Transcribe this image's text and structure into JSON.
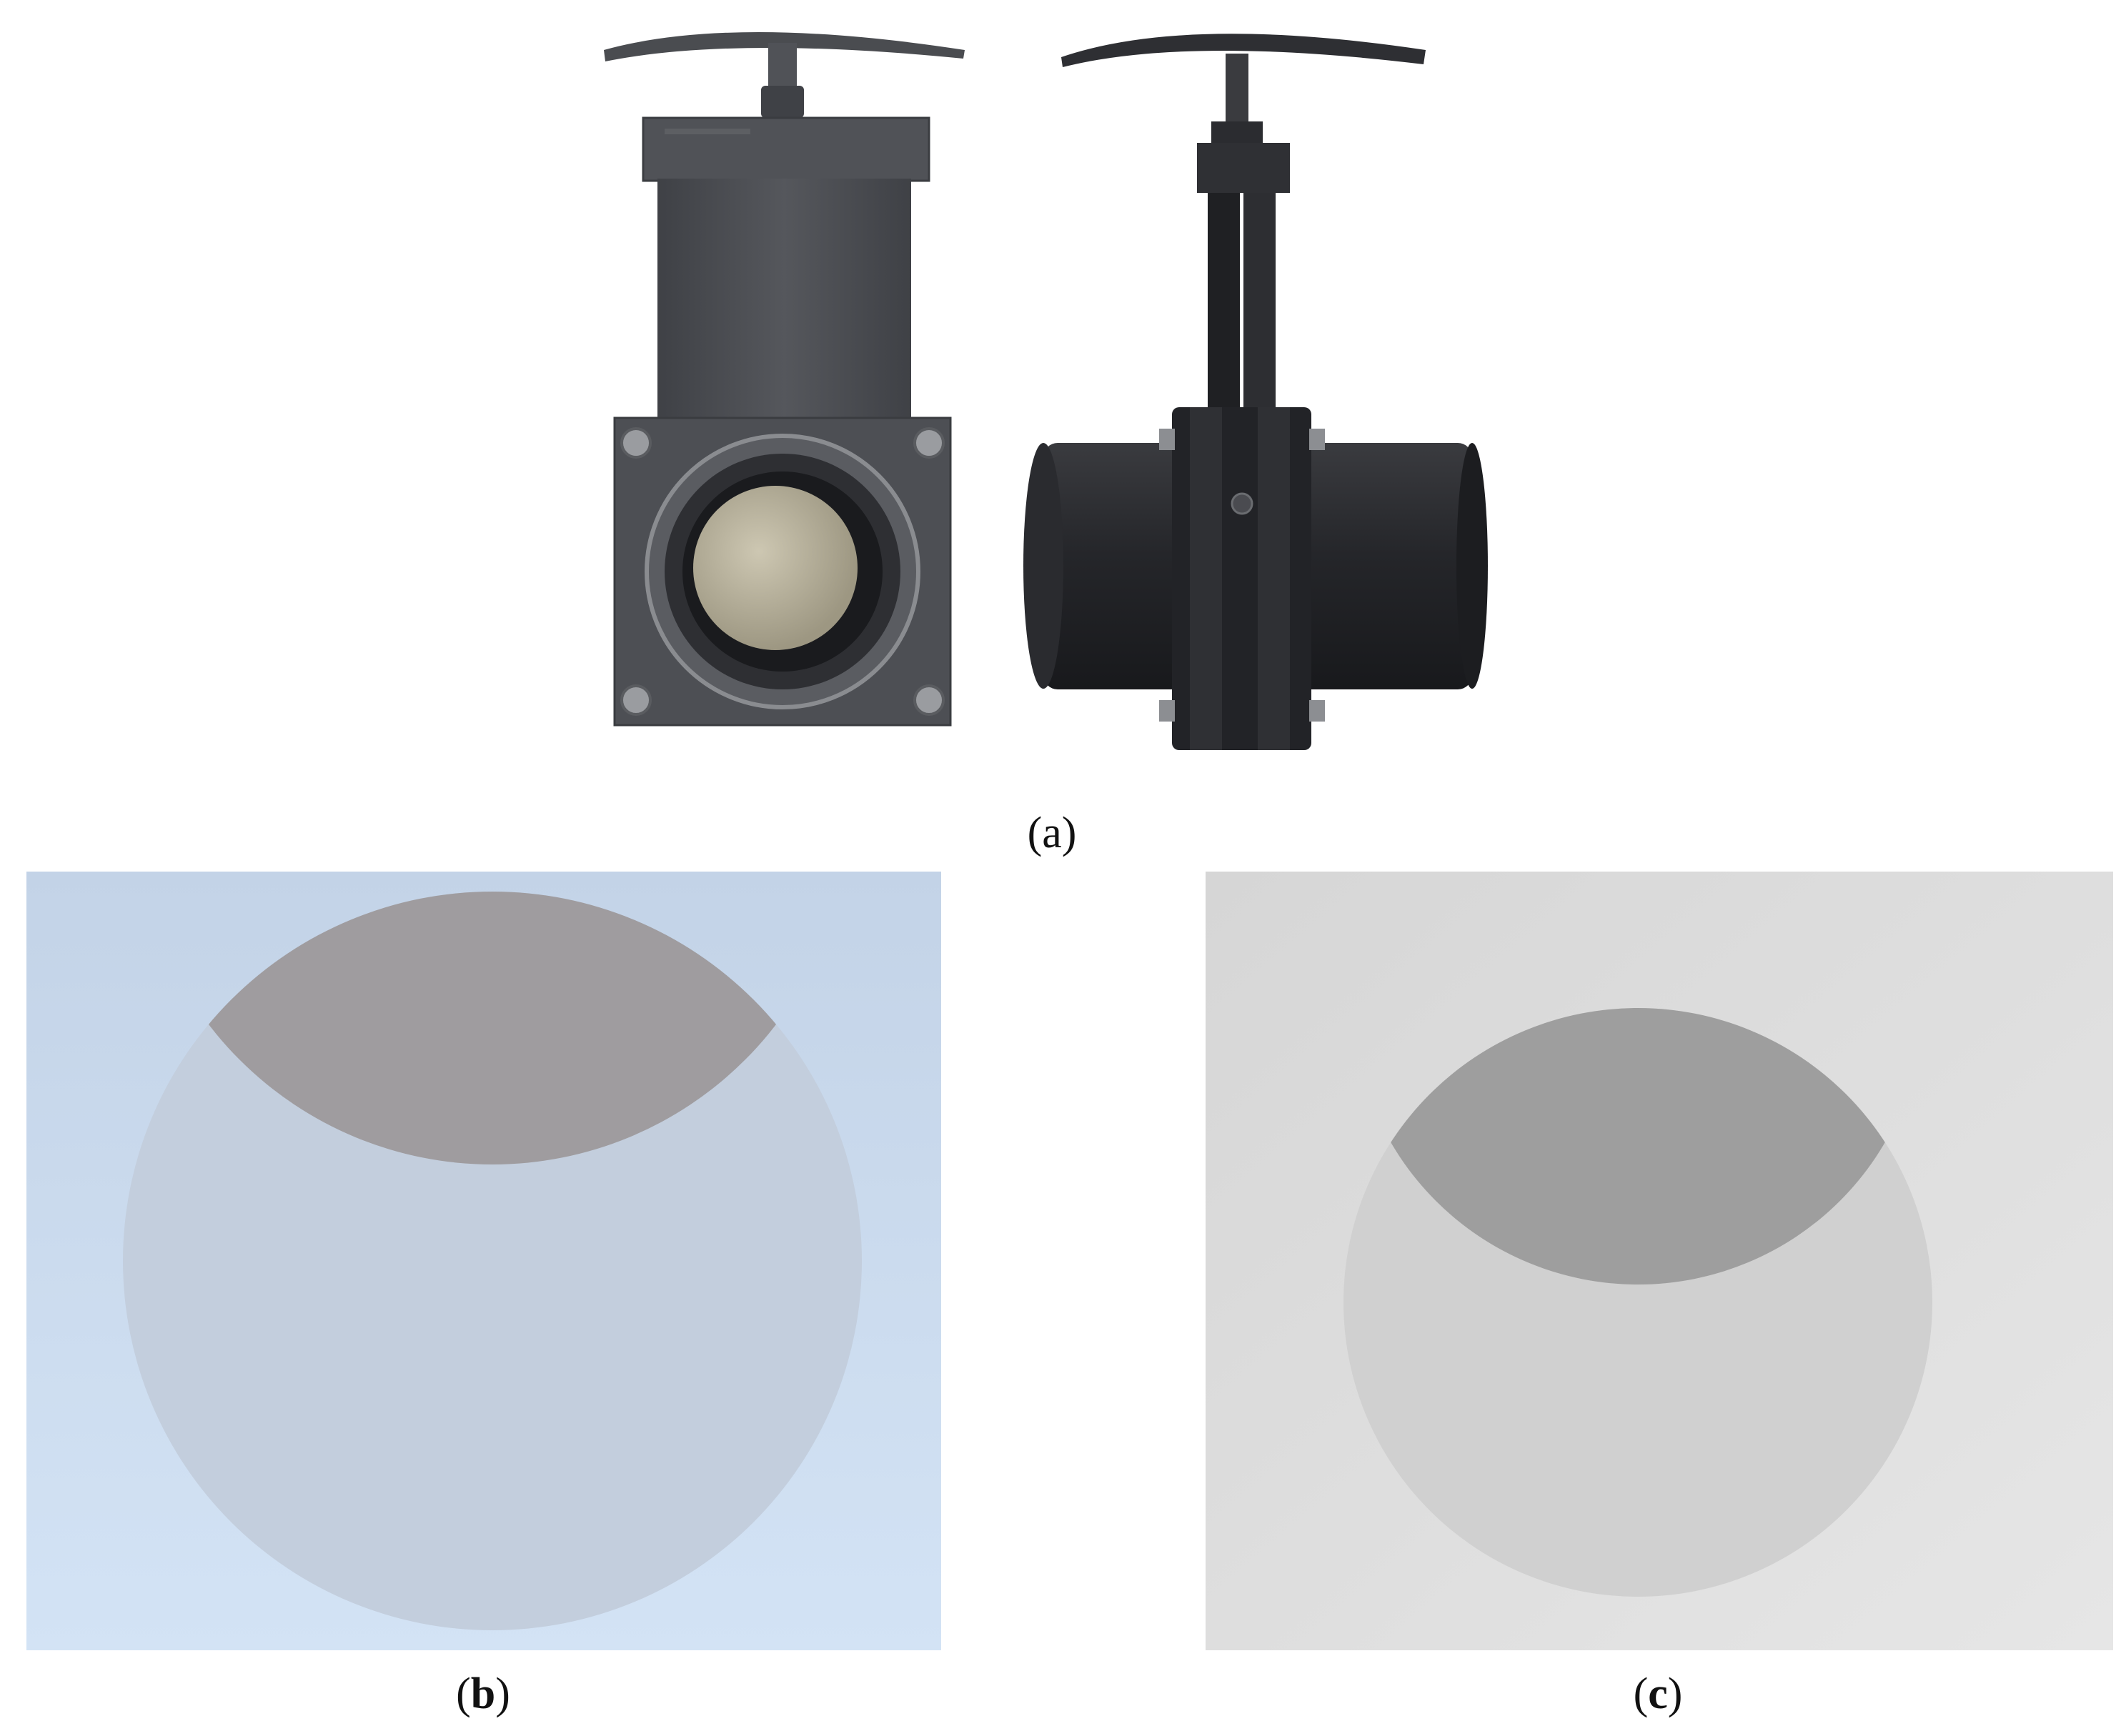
{
  "figure": {
    "panel_a": {
      "label_open": "(",
      "letter": "a",
      "label_close": ")"
    },
    "panel_b": {
      "label_open": "(",
      "letter": "b",
      "label_close": ")"
    },
    "panel_c": {
      "label_open": "(",
      "letter": "c",
      "label_close": ")"
    }
  },
  "colors": {
    "valve_body": "#4b4d52",
    "valve_dark": "#2b2c30",
    "valve_ball": "#b8b29c",
    "panel_b_bg": "#c8d8ea",
    "panel_b_bore": "#bfcbd9",
    "panel_b_gate": "#9e9b9e",
    "panel_c_bg": "#dcdcdc",
    "panel_c_bore": "#cfcfcf",
    "panel_c_gate": "#9c9c9c"
  }
}
